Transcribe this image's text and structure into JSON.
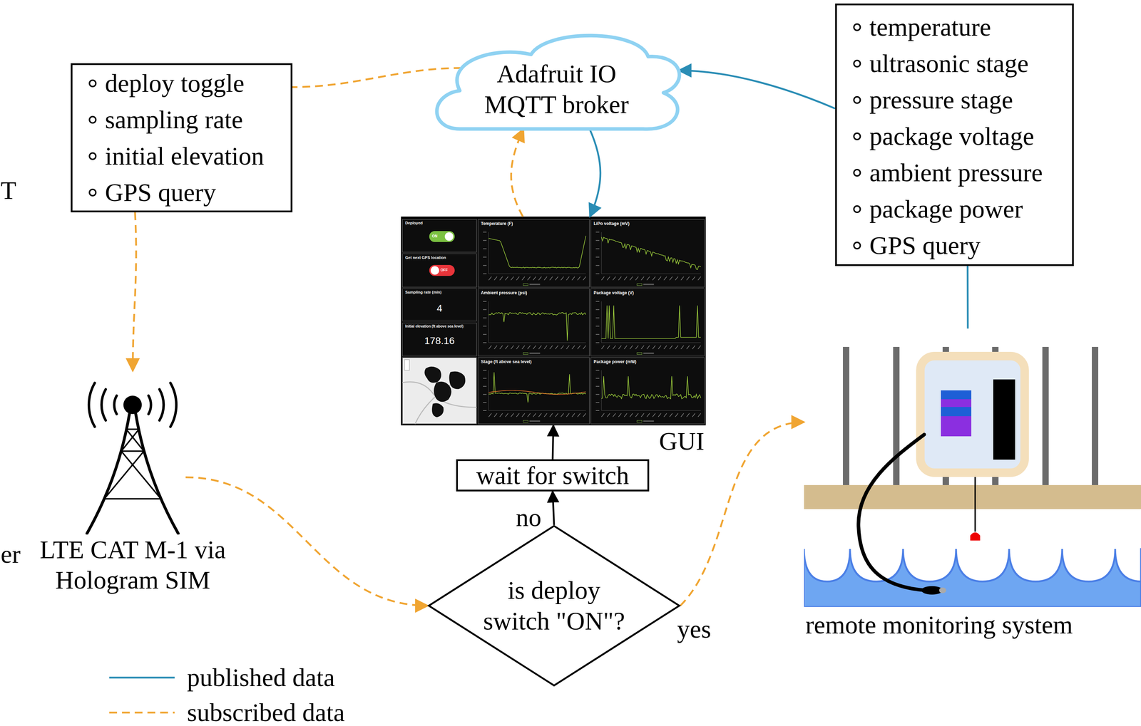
{
  "diagram": {
    "nodes": [
      {
        "text": [
          "deploy toggle",
          "sampling rate",
          "initial elevation",
          "GPS query"
        ]
      },
      {
        "text": [
          "Adafruit IO MQTT broker"
        ]
      },
      {
        "text": [
          "temperature",
          "ultrasonic stage",
          "pressure stage",
          "package voltage",
          "ambient pressure",
          "package power",
          "GPS query"
        ]
      },
      {
        "text": [
          "GUI"
        ]
      },
      {
        "text": [
          "wait for switch"
        ]
      },
      {
        "text": [
          "LTE CAT M-1 via Hologram SIM"
        ]
      },
      {
        "text": [
          "is deploy switch \"ON\"?"
        ]
      },
      {
        "text": [
          "remote monitoring system"
        ]
      }
    ],
    "edges": [
      {
        "from": 1,
        "to": 0,
        "arrow": "none"
      },
      {
        "from": 0,
        "to": 5,
        "arrow": "to"
      },
      {
        "from": 5,
        "to": 6,
        "arrow": "to"
      },
      {
        "from": 6,
        "to": 7,
        "label": "yes",
        "arrow": "to"
      },
      {
        "from": 6,
        "to": 4,
        "label": "no",
        "arrow": "to"
      },
      {
        "from": 4,
        "to": 3,
        "arrow": "to"
      },
      {
        "from": 3,
        "to": 1,
        "arrow": "to"
      },
      {
        "from": 1,
        "to": 3,
        "arrow": "to"
      },
      {
        "from": 2,
        "to": 1,
        "arrow": "to"
      },
      {
        "from": 7,
        "to": 2,
        "arrow": "none"
      }
    ],
    "labels": [
      "T",
      "er",
      "Deployed",
      "ON",
      "Get next GPS location",
      "OFF",
      "Sampling rate (min)",
      "4",
      "Initial elevation (ft above sea level)",
      "178.16",
      "Temperature (F)",
      "LiPo voltage (mV)",
      "Ambient pressure (psi)",
      "Package voltage (V)",
      "Stage (ft above sea level)",
      "Package power (mW)"
    ],
    "legend": [
      {
        "text": "published data"
      },
      {
        "text": "subscribed data"
      }
    ]
  }
}
